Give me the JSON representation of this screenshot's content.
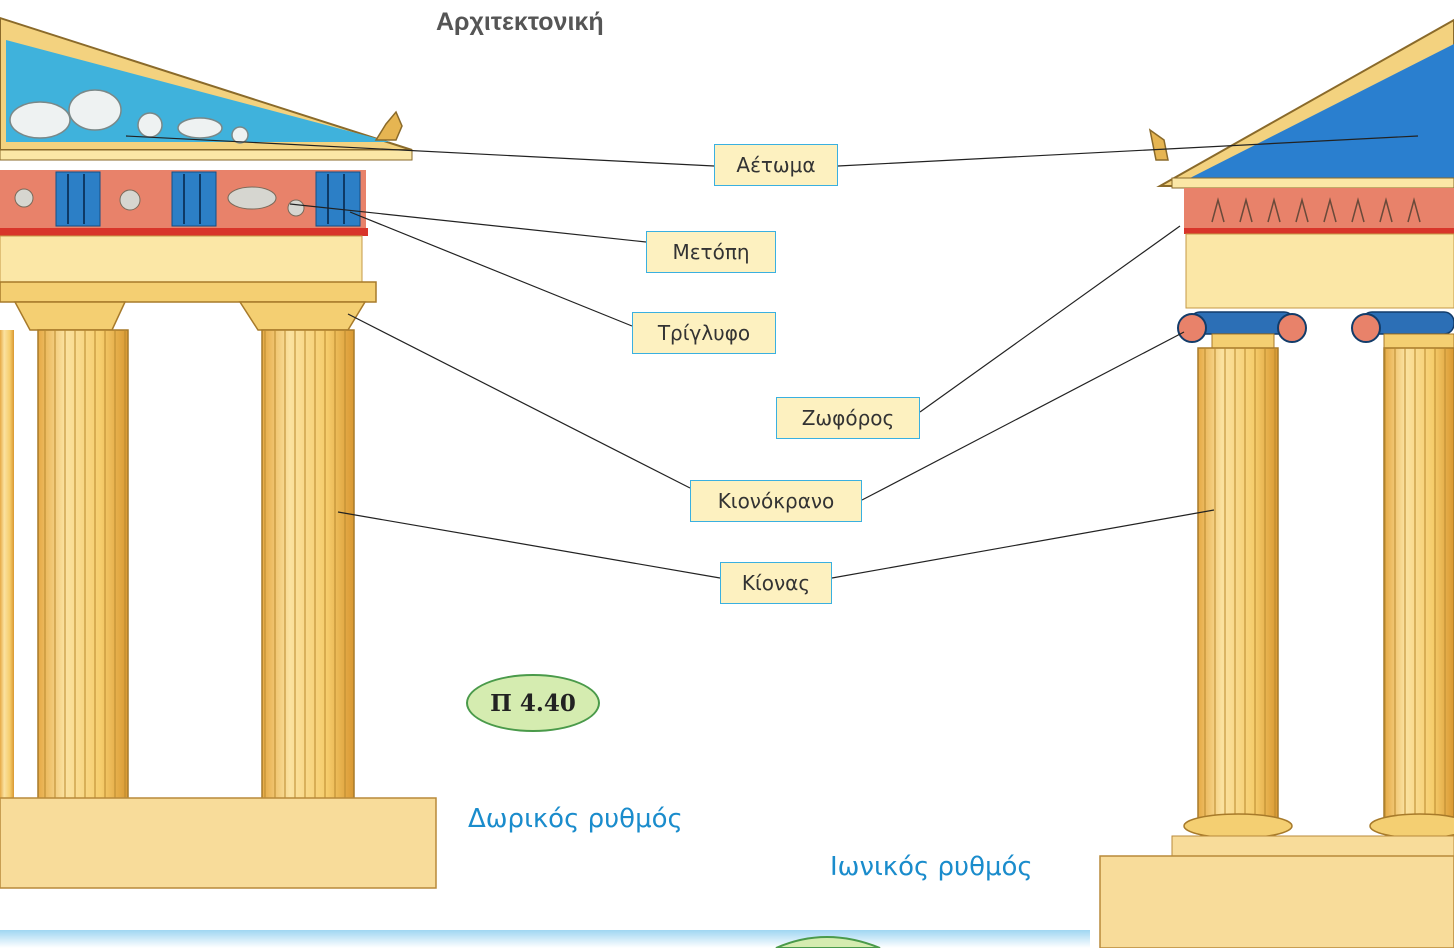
{
  "title": "Αρχιτεκτονική",
  "labels": {
    "aetoma": "Αέτωμα",
    "metopi": "Μετόπη",
    "triglyfo": "Τρίγλυφο",
    "zoforos": "Ζωφόρος",
    "kionokrano": "Κιονόκρανο",
    "kionas": "Κίονας"
  },
  "figure_number": "Π 4.40",
  "doric_label": "Δωρικός ρυθμός",
  "ionic_label": "Ιωνικός ρυθμός",
  "colors": {
    "label_border": "#3ab0e0",
    "label_fill": "#fdf1c0",
    "style_text": "#1a8ccc",
    "pediment_blue": "#3fb2dc",
    "frieze_red": "#e8826a",
    "column": "#f4cf72"
  }
}
